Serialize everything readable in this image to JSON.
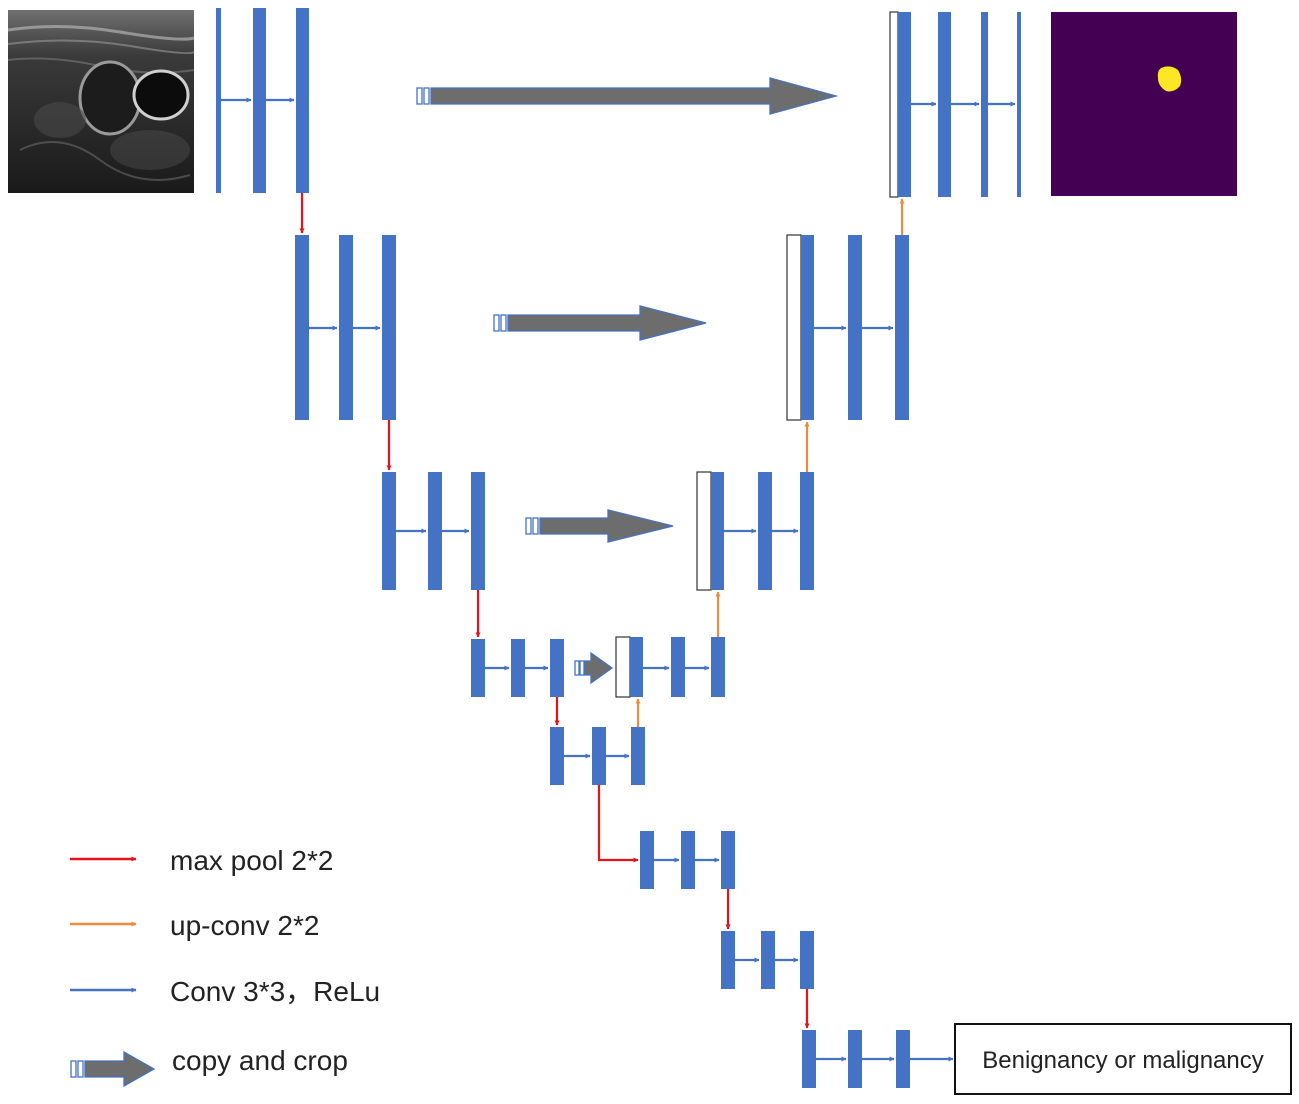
{
  "colors": {
    "feature_map": "#4472c4",
    "max_pool": "#e8131a",
    "up_conv": "#ed8b3e",
    "conv": "#4472c4",
    "copy_crop": "#6d6d6d",
    "segmentation_background": "#440154",
    "segmentation_lesion": "#fde725"
  },
  "input_image": {
    "icon": "thyroid-ultrasound-image"
  },
  "output_mask": {
    "icon": "segmentation-mask-image"
  },
  "legend": [
    {
      "id": "max-pool",
      "icon": "red-arrow-icon",
      "label": "max pool 2*2"
    },
    {
      "id": "up-conv",
      "icon": "orange-arrow-icon",
      "label": "up-conv 2*2"
    },
    {
      "id": "conv",
      "icon": "blue-arrow-icon",
      "label": "Conv 3*3，ReLu"
    },
    {
      "id": "copy-crop",
      "icon": "gray-block-arrow-icon",
      "label": "copy and crop"
    }
  ],
  "classification_output": {
    "label": "Benignancy or malignancy"
  }
}
